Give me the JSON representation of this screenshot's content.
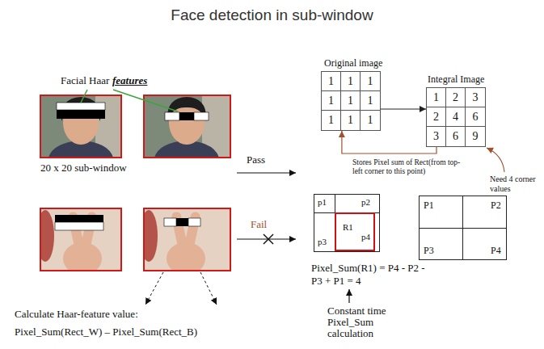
{
  "diagram": {
    "title": "Face detection in sub-window",
    "nodes": [
      {
        "text": [
          "Original image",
          "1",
          "1",
          "1",
          "1",
          "1",
          "1",
          "1",
          "1",
          "1"
        ]
      },
      {
        "text": [
          "Integral Image",
          "1",
          "2",
          "3",
          "2",
          "4",
          "6",
          "3",
          "6",
          "9"
        ]
      },
      {
        "text": [
          "p1",
          "p2",
          "p3",
          "p4"
        ]
      },
      {
        "text": [
          "R1"
        ],
        "in": 2
      },
      {
        "text": [
          "P1",
          "P2",
          "P3",
          "P4"
        ]
      }
    ],
    "edges": [
      {
        "from": 0,
        "to": 1,
        "arrow": "to"
      },
      {
        "from": 1,
        "to": 0,
        "arrow": "to"
      }
    ],
    "labels": [
      "Facial Haar",
      "features",
      "20 x 20 sub-window",
      "Pass",
      "Fail",
      "Calculate Haar-feature value:",
      "Pixel_Sum(Rect_W) – Pixel_Sum(Rect_B)",
      "Stores Pixel sum of Rect(from top-left corner to this point)",
      "Need 4 corner values",
      "Pixel_Sum(R1) = P4 - P2 - P3 + P1 = 4",
      "Constant time Pixel_Sum calculation"
    ]
  }
}
